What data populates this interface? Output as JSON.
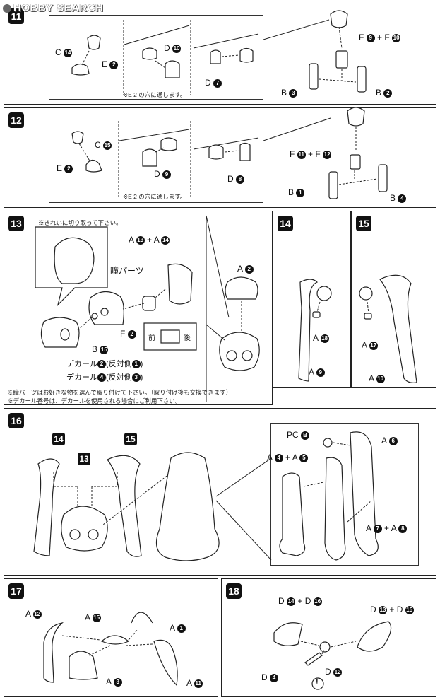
{
  "watermark": "HOBBY SEARCH",
  "steps": {
    "s11": "11",
    "s12": "12",
    "s13": "13",
    "s14": "14",
    "s15": "15",
    "s16": "16",
    "s17": "17",
    "s18": "18"
  },
  "p11": {
    "c14": "C",
    "c14n": "14",
    "e2": "E",
    "e2n": "2",
    "d10": "D",
    "d10n": "10",
    "d7": "D",
    "d7n": "7",
    "note": "※E 2 の穴に通します。",
    "f9f10a": "F",
    "f9n": "9",
    "plus": "+",
    "f9f10b": "F",
    "f10n": "10",
    "b3": "B",
    "b3n": "3",
    "b2": "B",
    "b2n": "2"
  },
  "p12": {
    "e2": "E",
    "e2n": "2",
    "c15": "C",
    "c15n": "15",
    "d9": "D",
    "d9n": "9",
    "d8": "D",
    "d8n": "8",
    "note": "※E 2 の穴に通します。",
    "fa": "F",
    "f11n": "11",
    "plus": "+",
    "fb": "F",
    "f12n": "12",
    "b1": "B",
    "b1n": "1",
    "b4": "B",
    "b4n": "4"
  },
  "p13": {
    "cut_note": "※きれいに切り取って下さい。",
    "a13": "A",
    "a13n": "13",
    "plus": "+",
    "a14": "A",
    "a14n": "14",
    "eye_parts": "瞳パーツ",
    "f2": "F",
    "f2n": "2",
    "front": "前",
    "back": "後",
    "b15": "B",
    "b15n": "15",
    "decal1": "デカール",
    "decal1n": "2",
    "decal1s": "(反対側",
    "decal1sn": "1",
    "decal1e": ")",
    "decal2": "デカール",
    "decal2n": "4",
    "decal2s": "(反対側",
    "decal2sn": "3",
    "decal2e": ")",
    "a2": "A",
    "a2n": "2",
    "note1": "※瞳パーツはお好きな物を選んで取り付けて下さい。（取り付け後も交換できます）",
    "note2": "※デカール番号は、デカールを使用される場合にご利用下さい。"
  },
  "p14": {
    "a18": "A",
    "a18n": "18",
    "a9": "A",
    "a9n": "9"
  },
  "p15": {
    "a17": "A",
    "a17n": "17",
    "a10": "A",
    "a10n": "10"
  },
  "p16": {
    "h14": "14",
    "h13": "13",
    "h15": "15",
    "pcb": "PC",
    "pcbn": "B",
    "a4a5a": "A",
    "a4n": "4",
    "plus": "+",
    "a4a5b": "A",
    "a5n": "5",
    "a6": "A",
    "a6n": "6",
    "a7a8a": "A",
    "a7n": "7",
    "a7a8b": "A",
    "a8n": "8"
  },
  "p17": {
    "a12": "A",
    "a12n": "12",
    "a15": "A",
    "a15n": "15",
    "a1": "A",
    "a1n": "1",
    "a3": "A",
    "a3n": "3",
    "a11": "A",
    "a11n": "11"
  },
  "p18": {
    "d14a": "D",
    "d14n": "14",
    "plus": "+",
    "d16a": "D",
    "d16n": "16",
    "d13a": "D",
    "d13n": "13",
    "d15a": "D",
    "d15n": "15",
    "d12": "D",
    "d12n": "12",
    "d4": "D",
    "d4n": "4",
    "warn": "!"
  }
}
